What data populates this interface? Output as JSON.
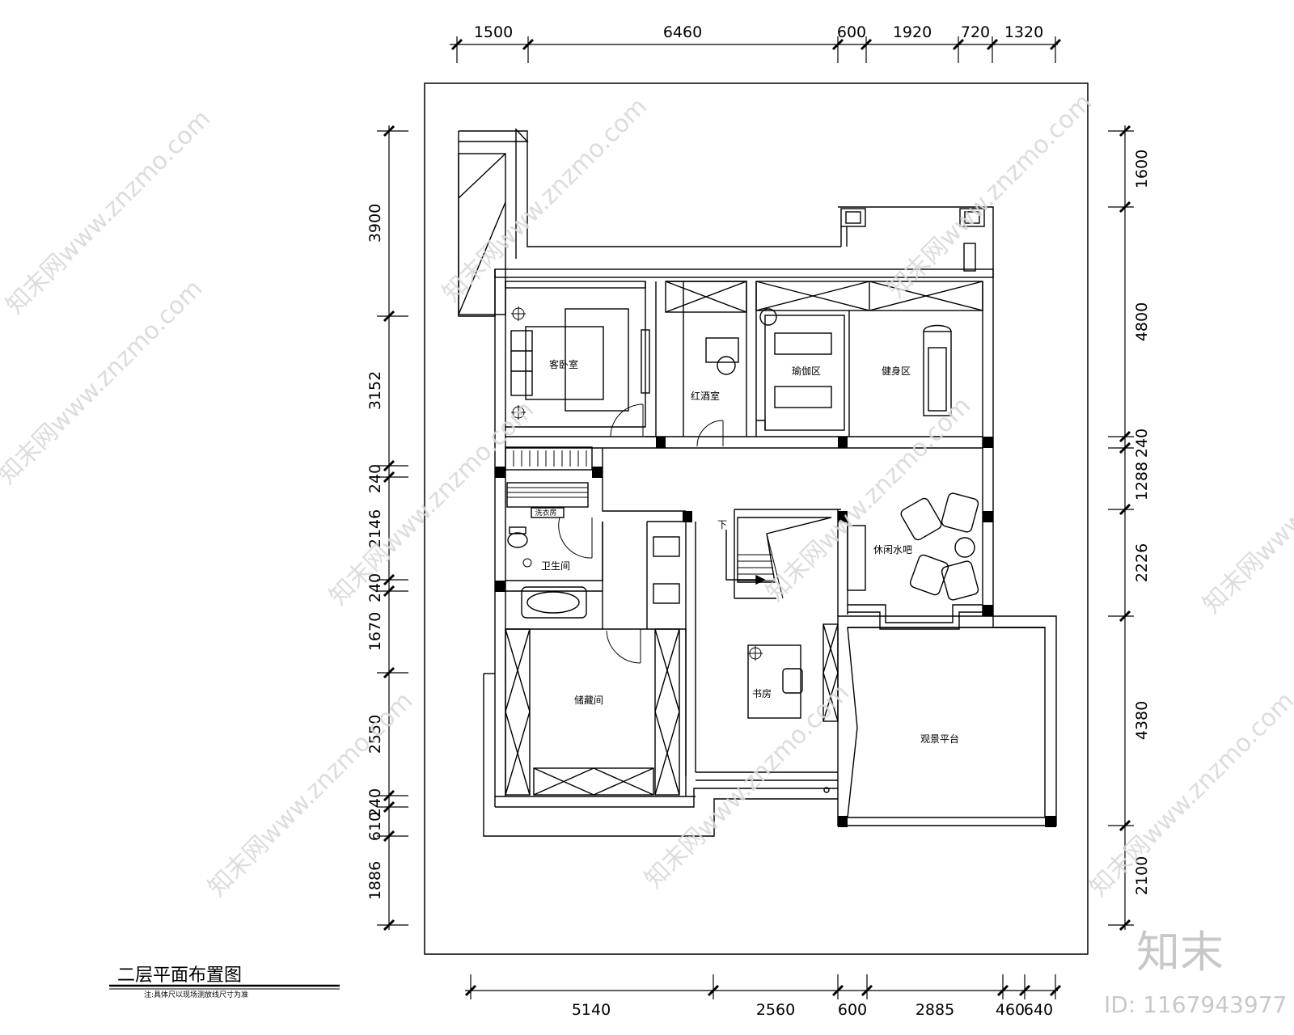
{
  "drawing": {
    "title": "二层平面布置图",
    "note": "注:具体尺以现场测放线尺寸为准"
  },
  "dimensions": {
    "top": [
      "1500",
      "6460",
      "600",
      "1920",
      "720",
      "1320"
    ],
    "bottom": [
      "5140",
      "2560",
      "600",
      "2885",
      "460",
      "640"
    ],
    "left": [
      "3900",
      "3152",
      "240",
      "2146",
      "240",
      "1670",
      "2550",
      "240",
      "610",
      "1886"
    ],
    "right": [
      "1600",
      "4800",
      "240",
      "1288",
      "2226",
      "4380",
      "2100"
    ]
  },
  "rooms": {
    "guest_bedroom": "客卧室",
    "tea_room": "红酒室",
    "yoga": "瑜伽区",
    "gym": "健身区",
    "bathroom": "卫生间",
    "linen": "洗衣房",
    "stair_down": "下",
    "bar": "休闲水吧",
    "cloakroom": "储藏间",
    "study": "书房",
    "terrace": "观景平台"
  },
  "watermark": {
    "text": "知末网www.znzmo.com",
    "brand": "知末",
    "id": "ID: 1167943977"
  }
}
